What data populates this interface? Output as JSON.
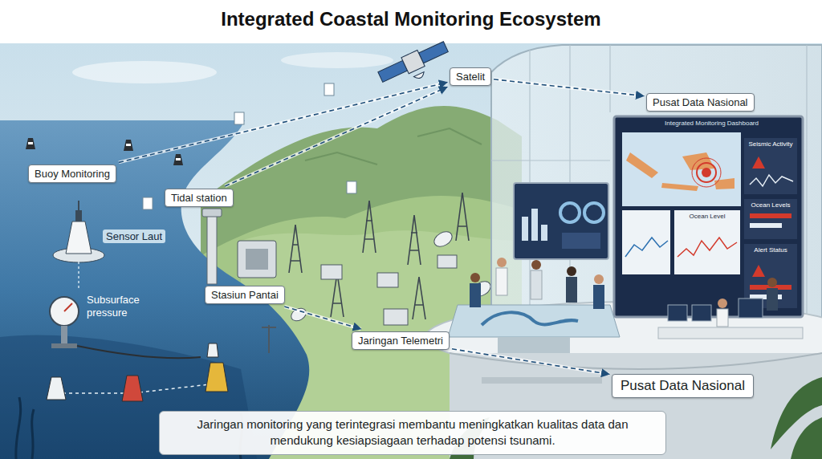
{
  "diagram": {
    "title": "Integrated Coastal Monitoring Ecosystem",
    "caption": "Jaringan monitoring yang terintegrasi membantu meningkatkan kualitas data dan mendukung kesiapsiagaan terhadap potensi tsunami.",
    "nodes": [
      {
        "text": [
          "Satelit"
        ]
      },
      {
        "text": [
          "Pusat Data Nasional"
        ]
      },
      {
        "text": [
          "Integrated Monitoring Dashboard"
        ]
      },
      {
        "text": [
          "Seismic Activity"
        ],
        "in": 2
      },
      {
        "text": [
          "Ocean Levels"
        ],
        "in": 2
      },
      {
        "text": [
          "Alert Status"
        ],
        "in": 2
      },
      {
        "text": [
          "Ocean Level"
        ],
        "in": 2
      },
      {
        "text": [
          "Buoy Monitoring"
        ]
      },
      {
        "text": [
          "Tidal station"
        ]
      },
      {
        "text": [
          "Stasiun Pantai"
        ]
      },
      {
        "text": [
          "Jaringan Telemetri"
        ]
      },
      {
        "text": [
          "Pusat Data Nasional"
        ]
      }
    ],
    "edges": [
      {
        "from": 7,
        "to": 0,
        "arrow": "to"
      },
      {
        "from": 8,
        "to": 0,
        "arrow": "to"
      },
      {
        "from": 0,
        "to": 1,
        "arrow": "to"
      },
      {
        "from": 9,
        "to": 10,
        "arrow": "to"
      },
      {
        "from": 10,
        "to": 11,
        "arrow": "to"
      }
    ],
    "labels": [
      "Sensor Laut",
      "Subsurface pressure"
    ]
  }
}
